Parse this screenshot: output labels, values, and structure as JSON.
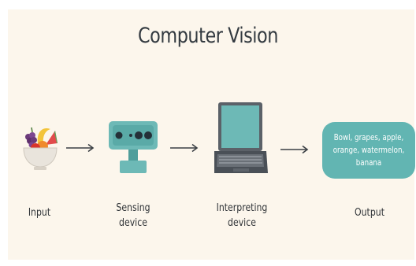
{
  "title": "Computer Vision",
  "stages": [
    {
      "label_line1": "Input",
      "label_line2": ""
    },
    {
      "label_line1": "Sensing",
      "label_line2": "device"
    },
    {
      "label_line1": "Interpreting",
      "label_line2": "device"
    },
    {
      "label_line1": "Output",
      "label_line2": ""
    }
  ],
  "output_text": "Bowl, grapes, apple, orange, watermelon, banana",
  "icons": {
    "input": "fruit-bowl-icon",
    "sensing": "camera-sensor-icon",
    "interpreting": "laptop-icon",
    "arrow": "arrow-right-icon"
  },
  "colors": {
    "background": "#fcf6ec",
    "teal": "#62b5b2",
    "dark": "#333a40"
  }
}
